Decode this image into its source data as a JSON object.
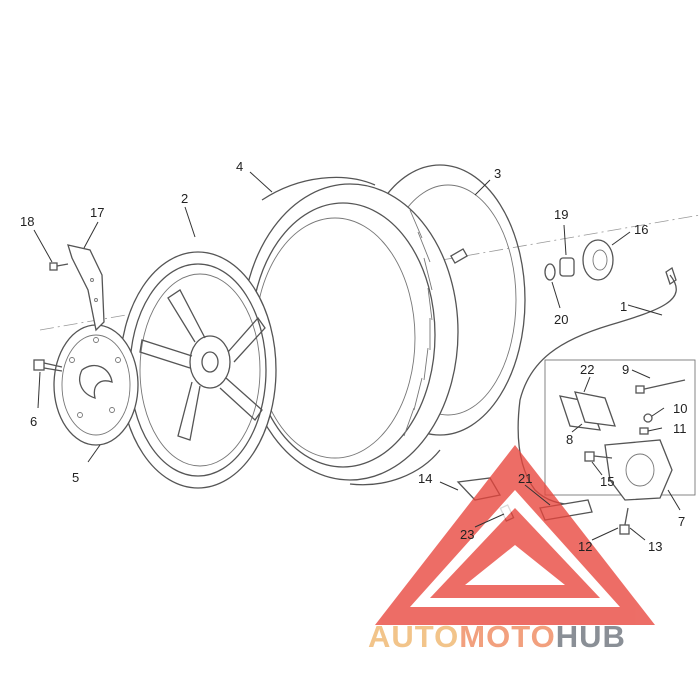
{
  "diagram": {
    "callouts": [
      "1",
      "2",
      "3",
      "4",
      "5",
      "6",
      "7",
      "8",
      "9",
      "10",
      "11",
      "12",
      "13",
      "14",
      "15",
      "16",
      "17",
      "18",
      "19",
      "20",
      "21",
      "22",
      "23"
    ]
  },
  "watermark": {
    "part1": "AUTO",
    "part2": "MOTO",
    "part3": "HUB",
    "color1": "#f2c48a",
    "color2": "#f2a07e",
    "color3": "#8a8f96",
    "triangle_color": "#e8453c"
  }
}
